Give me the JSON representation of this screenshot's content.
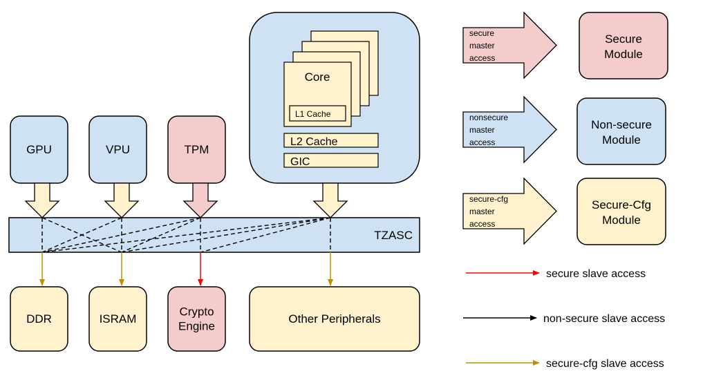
{
  "colors": {
    "secure": "#f4cccc",
    "nonsecure": "#cfe2f3",
    "securecfg": "#fff2cc",
    "secure_line": "#ff0000",
    "nonsecure_line": "#000000",
    "securecfg_line": "#bf9000",
    "stroke": "#000000"
  },
  "masters": [
    {
      "id": "gpu",
      "label": "GPU",
      "type": "nonsecure",
      "access": "securecfg"
    },
    {
      "id": "vpu",
      "label": "VPU",
      "type": "nonsecure",
      "access": "securecfg"
    },
    {
      "id": "tpm",
      "label": "TPM",
      "type": "secure",
      "access": "secure"
    }
  ],
  "cpu": {
    "type": "nonsecure",
    "access": "securecfg",
    "core_label": "Core",
    "core_count": 4,
    "l1_label": "L1 Cache",
    "l2_label": "L2 Cache",
    "gic_label": "GIC"
  },
  "tzasc": {
    "label": "TZASC"
  },
  "slaves": [
    {
      "id": "ddr",
      "label": [
        "DDR"
      ],
      "type": "securecfg",
      "access": "securecfg"
    },
    {
      "id": "isram",
      "label": [
        "ISRAM"
      ],
      "type": "securecfg",
      "access": "securecfg"
    },
    {
      "id": "crypto",
      "label": [
        "Crypto",
        "Engine"
      ],
      "type": "secure",
      "access": "secure"
    },
    {
      "id": "other",
      "label": [
        "Other Peripherals"
      ],
      "type": "securecfg",
      "access": "securecfg"
    }
  ],
  "routes": [
    [
      "gpu",
      "ddr"
    ],
    [
      "gpu",
      "isram"
    ],
    [
      "vpu",
      "ddr"
    ],
    [
      "vpu",
      "isram"
    ],
    [
      "tpm",
      "ddr"
    ],
    [
      "tpm",
      "isram"
    ],
    [
      "tpm",
      "crypto"
    ],
    [
      "cpu",
      "ddr"
    ],
    [
      "cpu",
      "isram"
    ],
    [
      "cpu",
      "crypto"
    ],
    [
      "cpu",
      "other"
    ]
  ],
  "legend": {
    "master_access": [
      {
        "arrow_text": [
          "secure",
          "master",
          "access"
        ],
        "module_text": [
          "Secure",
          "Module"
        ],
        "type": "secure"
      },
      {
        "arrow_text": [
          "nonsecure",
          "master",
          "access"
        ],
        "module_text": [
          "Non-secure",
          "Module"
        ],
        "type": "nonsecure"
      },
      {
        "arrow_text": [
          "secure-cfg",
          "master",
          "access"
        ],
        "module_text": [
          "Secure-Cfg",
          "Module"
        ],
        "type": "securecfg"
      }
    ],
    "slave_access": [
      {
        "label": "secure slave access",
        "type": "secure"
      },
      {
        "label": "non-secure slave access",
        "type": "nonsecure"
      },
      {
        "label": "secure-cfg slave access",
        "type": "securecfg"
      }
    ]
  }
}
